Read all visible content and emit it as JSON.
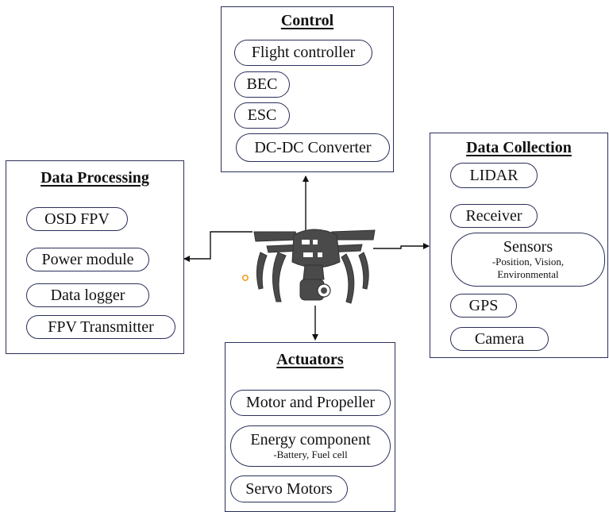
{
  "control": {
    "title": "Control",
    "items": [
      "Flight controller",
      "BEC",
      "ESC",
      "DC-DC Converter"
    ]
  },
  "data_processing": {
    "title": "Data Processing",
    "items": [
      "OSD FPV",
      "Power module",
      "Data logger",
      "FPV Transmitter"
    ]
  },
  "data_collection": {
    "title": "Data Collection",
    "lidar": "LIDAR",
    "receiver": "Receiver",
    "sensors": "Sensors",
    "sensors_sub1": "-Position, Vision,",
    "sensors_sub2": "Environmental",
    "gps": "GPS",
    "camera": "Camera"
  },
  "actuators": {
    "title": "Actuators",
    "motor": "Motor and Propeller",
    "energy": "Energy component",
    "energy_sub": "-Battery, Fuel cell",
    "servo": "Servo Motors"
  },
  "colors": {
    "border": "#2b2f5a",
    "drone": "#4a4a4a",
    "dot": "#f0a020"
  }
}
